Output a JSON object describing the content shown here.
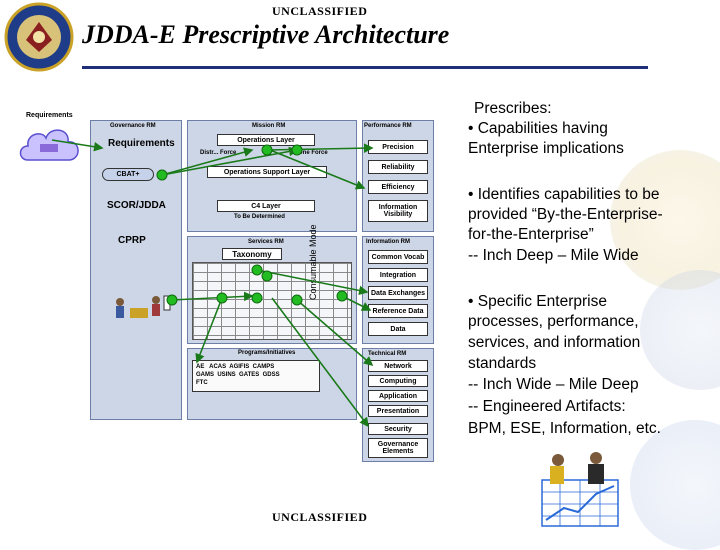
{
  "header": {
    "classification_top": "UNCLASSIFIED",
    "title": "JDDA-E Prescriptive Architecture"
  },
  "footer": {
    "classification_bottom": "UNCLASSIFIED"
  },
  "bullets": {
    "prescribes_label": "Prescribes:",
    "item1": [
      "•  Capabilities having",
      "Enterprise implications"
    ],
    "item2": [
      "•  Identifies capabilities to be",
      "provided “By-the-Enterprise-",
      "for-the-Enterprise”",
      "   -- Inch Deep – Mile Wide"
    ],
    "item3": [
      "•  Specific Enterprise",
      "processes, performance,",
      "services, and information",
      "standards",
      "  -- Inch Wide – Mile Deep",
      "  -- Engineered Artifacts:",
      "BPM, ESE, Information, etc."
    ]
  },
  "diagram": {
    "requirements_label": "Requirements",
    "governance_rm": "Governance RM",
    "requirements_box": "Requirements",
    "cbat": "CBAT+",
    "scor_jdda": "SCOR/JDDA",
    "cprp": "CPRP",
    "mission_rm": "Mission RM",
    "operations_layer": "Operations Layer",
    "dist_force": "Distr...  Force",
    "one_force": "One Force",
    "ops_support_layer": "Operations Support Layer",
    "c4_layer": "C4 Layer",
    "to_be_determined": "To Be Determined",
    "services_rm": "Services RM",
    "taxonomy": "Taxonomy",
    "programs_initiatives": "Programs/Initiatives",
    "programs": [
      "AE",
      "ACAS",
      "AGIFIS",
      "CAMPS",
      "GAMS",
      "USINS",
      "GATES",
      "GDSS",
      "FTC"
    ],
    "consumable_mode": "Consumable Mode",
    "performance_rm": "Performance RM",
    "precision": "Precision",
    "reliability": "Reliability",
    "efficiency": "Efficiency",
    "info_visibility": "Information Visibility",
    "information_rm": "Information RM",
    "common_vocab": "Common Vocab",
    "integration": "Integration",
    "data_exchanges": "Data Exchanges",
    "reference_data": "Reference Data",
    "data": "Data",
    "technical_rm": "Technical RM",
    "network": "Network",
    "computing": "Computing",
    "application": "Application",
    "presentation": "Presentation",
    "security": "Security",
    "governance_elements": "Governance Elements"
  },
  "colors": {
    "accent_rule": "#1f2f7a",
    "node_green": "#22bb22",
    "arrow_green": "#1a7a1a",
    "panel": "#cdd6e6"
  },
  "icons": [
    "usmc-seal-icon",
    "requirements-cloud-icon",
    "people-icon",
    "watermark-seal-icon",
    "chart-people-icon"
  ]
}
